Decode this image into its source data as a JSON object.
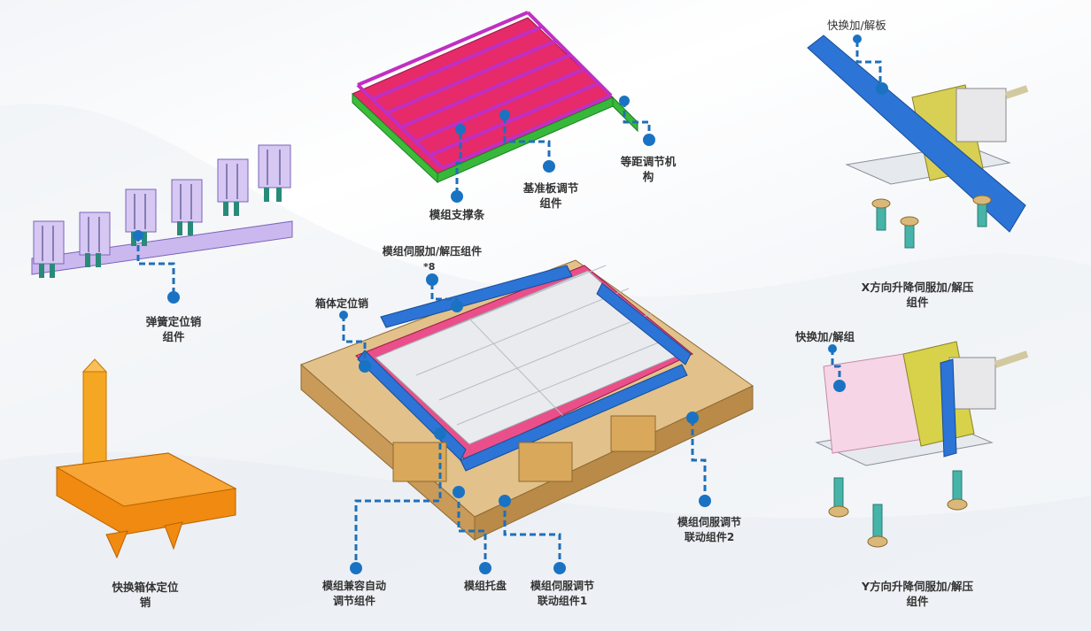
{
  "labels": {
    "spring_pin": [
      "弹簧定位销",
      "组件"
    ],
    "quick_box_pin": [
      "快换箱体定位",
      "销"
    ],
    "module_support": [
      "模组支撑条"
    ],
    "base_plate": [
      "基准板调节",
      "组件"
    ],
    "equidistant": [
      "等距调节机",
      "构"
    ],
    "quick_plate": [
      "快换加/解板"
    ],
    "x_servo": [
      "X方向升降伺服加/解压",
      "组件"
    ],
    "quick_group": [
      "快换加/解组"
    ],
    "y_servo": [
      "Y方向升降伺服加/解压",
      "组件"
    ],
    "module_servo_press": [
      "模组伺服加/解压组件",
      "*8"
    ],
    "box_pin": [
      "箱体定位销"
    ],
    "module_compat": [
      "模组兼容自动",
      "调节组件"
    ],
    "module_tray": [
      "模组托盘"
    ],
    "link1": [
      "模组伺服调节",
      "联动组件1"
    ],
    "link2": [
      "模组伺服调节",
      "联动组件2"
    ]
  },
  "colors": {
    "leader": "#1f6fb8",
    "leader_dot": "#1a73c2",
    "pink": "#e8256a",
    "magenta": "#c42bc4",
    "green": "#3fbf3a",
    "blue_bar": "#2c74d6",
    "orange": "#f59a1a",
    "tan": "#dcb47a",
    "lavender": "#c9b6ec",
    "teal": "#3fa9a3",
    "pale_pink": "#f6d7e6",
    "yellow": "#d7d24a"
  },
  "icons": [
    "leader-dot-icon"
  ]
}
